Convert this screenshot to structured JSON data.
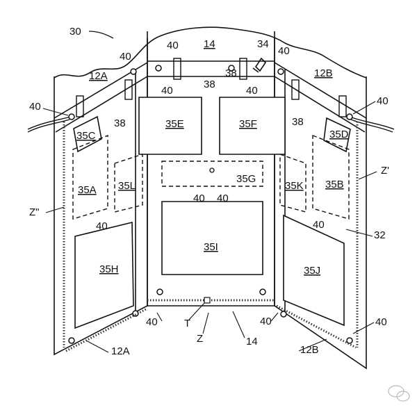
{
  "figure": {
    "ref_30": "30",
    "panel_14_top": "14",
    "panel_12A_top": "12A",
    "panel_12B_top": "12B",
    "pocket_35A": "35A",
    "pocket_35B": "35B",
    "pocket_35C": "35C",
    "pocket_35D": "35D",
    "pocket_35E": "35E",
    "pocket_35F": "35F",
    "pocket_35G": "35G",
    "pocket_35H": "35H",
    "pocket_35I": "35I",
    "pocket_35J": "35J",
    "pocket_35K": "35K",
    "pocket_35L": "35L",
    "ref_40": "40",
    "ref_38": "38",
    "ref_34": "34",
    "ref_32": "32",
    "ref_Zprime": "Z'",
    "ref_Zdoubleprime": "Z\"",
    "ref_Z": "Z",
    "ref_T": "T",
    "panel_14_bottom": "14",
    "panel_12A_bottom": "12A",
    "panel_12B_bottom": "12B"
  },
  "colors": {
    "ink": "#111111",
    "paper": "#ffffff",
    "zipper": "#333333"
  }
}
